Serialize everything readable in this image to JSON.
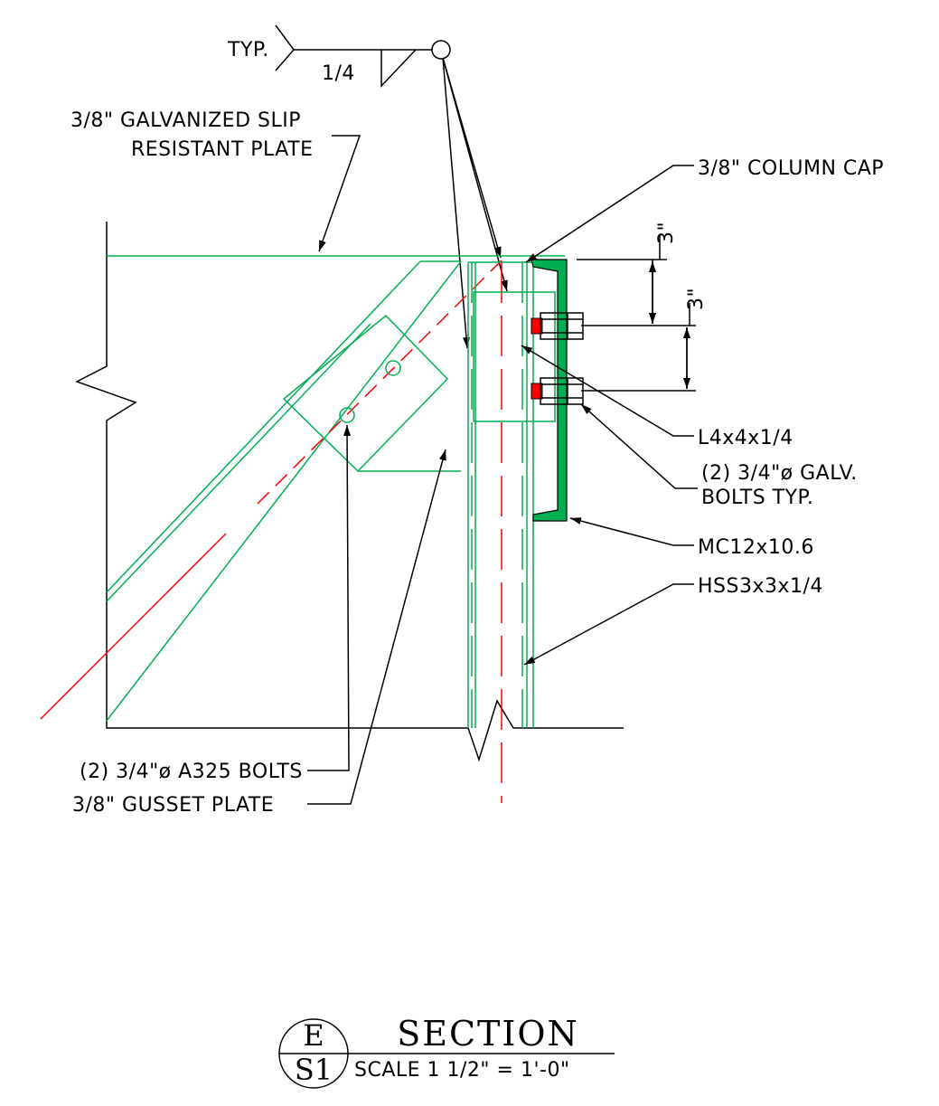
{
  "weld": {
    "typ": "TYP.",
    "size": "1/4"
  },
  "labels": {
    "slip_plate_line1": "3/8\" GALVANIZED SLIP",
    "slip_plate_line2": "RESISTANT PLATE",
    "column_cap": "3/8\" COLUMN CAP",
    "angle": "L4x4x1/4",
    "galv_bolts_line1": "(2) 3/4\"ø GALV.",
    "galv_bolts_line2": "BOLTS TYP.",
    "channel": "MC12x10.6",
    "hss": "HSS3x3x1/4",
    "a325_bolts": "(2) 3/4\"ø A325 BOLTS",
    "gusset": "3/8\" GUSSET PLATE"
  },
  "dimensions": {
    "top": "3\"",
    "second": "3\""
  },
  "section": {
    "letter": "E",
    "sheet": "S1",
    "title": "SECTION",
    "scale": "SCALE 1 1/2\" = 1'-0\""
  },
  "colors": {
    "steel": "#00b050",
    "centerline": "#ff0000",
    "bolt": "#ff0000",
    "channel_fill": "#00b050"
  }
}
